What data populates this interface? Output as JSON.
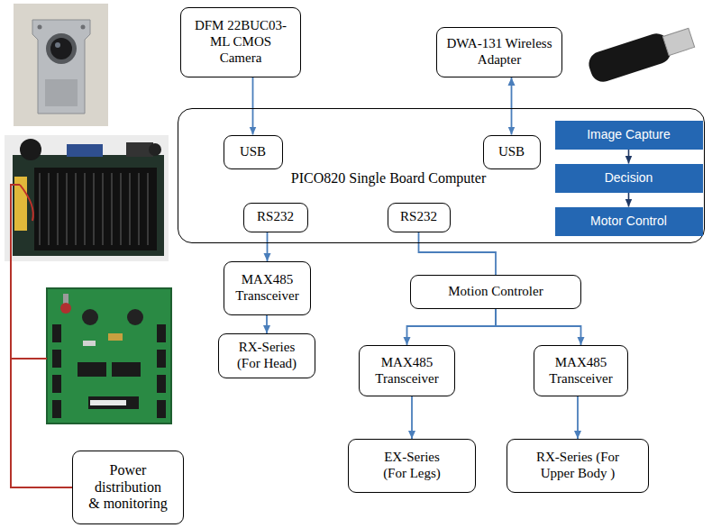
{
  "diagram": {
    "nodes": [
      {
        "text": [
          "DFM 22BUC03- ML CMOS Camera"
        ]
      },
      {
        "text": [
          "DWA-131 Wireless Adapter"
        ]
      },
      {
        "text": [
          "PICO820 Single Board Computer"
        ]
      },
      {
        "text": [
          "USB"
        ],
        "in": 2
      },
      {
        "text": [
          "USB"
        ],
        "in": 2
      },
      {
        "text": [
          "Image Capture"
        ],
        "in": 2
      },
      {
        "text": [
          "Decision"
        ],
        "in": 2
      },
      {
        "text": [
          "Motor Control"
        ],
        "in": 2
      },
      {
        "text": [
          "RS232"
        ],
        "in": 2
      },
      {
        "text": [
          "RS232"
        ],
        "in": 2
      },
      {
        "text": [
          "Motion Controler"
        ]
      },
      {
        "text": [
          "MAX485 Transceiver"
        ]
      },
      {
        "text": [
          "RX-Series (For Head)"
        ]
      },
      {
        "text": [
          "MAX485 Transceiver"
        ]
      },
      {
        "text": [
          "MAX485 Transceiver"
        ]
      },
      {
        "text": [
          "EX-Series (For Legs)"
        ]
      },
      {
        "text": [
          "RX-Series (For Upper Body )"
        ]
      },
      {
        "text": [
          "Power distribution & monitoring"
        ]
      }
    ],
    "edges": [
      {
        "from": 0,
        "to": 3,
        "arrow": "to"
      },
      {
        "from": 1,
        "to": 4,
        "arrow": "both"
      },
      {
        "from": 5,
        "to": 6,
        "arrow": "to"
      },
      {
        "from": 6,
        "to": 7,
        "arrow": "to"
      },
      {
        "from": 8,
        "to": 11,
        "arrow": "to"
      },
      {
        "from": 9,
        "to": 10,
        "arrow": "none"
      },
      {
        "from": 10,
        "to": 13,
        "arrow": "to"
      },
      {
        "from": 10,
        "to": 14,
        "arrow": "to"
      },
      {
        "from": 11,
        "to": 12,
        "arrow": "to"
      },
      {
        "from": 13,
        "to": 15,
        "arrow": "to"
      },
      {
        "from": 14,
        "to": 16,
        "arrow": "to"
      }
    ]
  }
}
